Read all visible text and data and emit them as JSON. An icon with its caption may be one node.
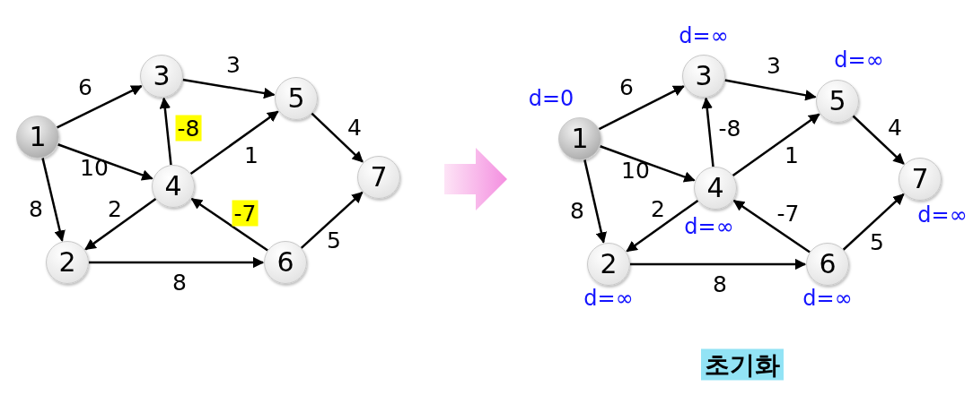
{
  "diagram": {
    "caption": "초기화",
    "nodes": [
      {
        "text": [
          "1"
        ]
      },
      {
        "text": [
          "2"
        ]
      },
      {
        "text": [
          "3"
        ]
      },
      {
        "text": [
          "4"
        ]
      },
      {
        "text": [
          "5"
        ]
      },
      {
        "text": [
          "6"
        ]
      },
      {
        "text": [
          "7"
        ]
      },
      {
        "text": [
          "1"
        ],
        "beside": [
          "d=0"
        ]
      },
      {
        "text": [
          "2"
        ],
        "beside": [
          "d=∞"
        ]
      },
      {
        "text": [
          "3"
        ],
        "beside": [
          "d=∞"
        ]
      },
      {
        "text": [
          "4"
        ],
        "beside": [
          "d=∞"
        ]
      },
      {
        "text": [
          "5"
        ],
        "beside": [
          "d=∞"
        ]
      },
      {
        "text": [
          "6"
        ],
        "beside": [
          "d=∞"
        ]
      },
      {
        "text": [
          "7"
        ],
        "beside": [
          "d=∞"
        ]
      }
    ],
    "edges": [
      {
        "from": 0,
        "to": 2,
        "arrow": "to",
        "label": "6"
      },
      {
        "from": 0,
        "to": 3,
        "arrow": "to",
        "label": "10"
      },
      {
        "from": 0,
        "to": 1,
        "arrow": "to",
        "label": "8"
      },
      {
        "from": 2,
        "to": 4,
        "arrow": "to",
        "label": "3"
      },
      {
        "from": 3,
        "to": 2,
        "arrow": "to",
        "label": "-8"
      },
      {
        "from": 3,
        "to": 4,
        "arrow": "to",
        "label": "1"
      },
      {
        "from": 3,
        "to": 1,
        "arrow": "to",
        "label": "2"
      },
      {
        "from": 4,
        "to": 6,
        "arrow": "to",
        "label": "4"
      },
      {
        "from": 5,
        "to": 3,
        "arrow": "to",
        "label": "-7"
      },
      {
        "from": 5,
        "to": 6,
        "arrow": "to",
        "label": "5"
      },
      {
        "from": 1,
        "to": 5,
        "arrow": "to",
        "label": "8"
      },
      {
        "from": 7,
        "to": 9,
        "arrow": "to",
        "label": "6"
      },
      {
        "from": 7,
        "to": 10,
        "arrow": "to",
        "label": "10"
      },
      {
        "from": 7,
        "to": 8,
        "arrow": "to",
        "label": "8"
      },
      {
        "from": 9,
        "to": 11,
        "arrow": "to",
        "label": "3"
      },
      {
        "from": 10,
        "to": 9,
        "arrow": "to",
        "label": "-8"
      },
      {
        "from": 10,
        "to": 11,
        "arrow": "to",
        "label": "1"
      },
      {
        "from": 10,
        "to": 8,
        "arrow": "to",
        "label": "2"
      },
      {
        "from": 11,
        "to": 13,
        "arrow": "to",
        "label": "4"
      },
      {
        "from": 12,
        "to": 10,
        "arrow": "to",
        "label": "-7"
      },
      {
        "from": 12,
        "to": 13,
        "arrow": "to",
        "label": "5"
      },
      {
        "from": 8,
        "to": 12,
        "arrow": "to",
        "label": "8"
      }
    ]
  }
}
